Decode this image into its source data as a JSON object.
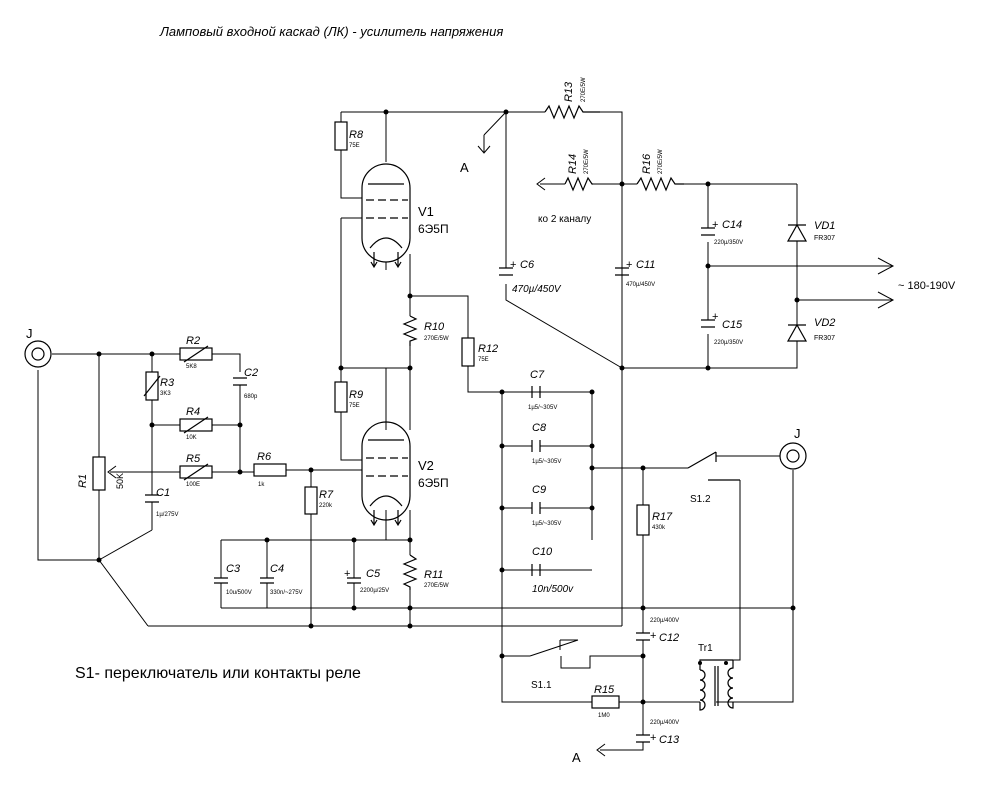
{
  "title": "Ламповый входной каскад (ЛК) - усилитель напряжения",
  "note": "S1- переключатель или контакты реле",
  "supply_label": "~ 180-190V",
  "channel2_label": "ко 2 каналу",
  "node_a": "A",
  "jack": "J",
  "tubes": [
    {
      "ref": "V1",
      "type": "6Э5П"
    },
    {
      "ref": "V2",
      "type": "6Э5П"
    }
  ],
  "resistors": [
    {
      "ref": "R1",
      "value": "50K"
    },
    {
      "ref": "R2",
      "value": "5K8"
    },
    {
      "ref": "R3",
      "value": "3K3"
    },
    {
      "ref": "R4",
      "value": "10K"
    },
    {
      "ref": "R5",
      "value": "100E"
    },
    {
      "ref": "R6",
      "value": "1k"
    },
    {
      "ref": "R7",
      "value": "220k"
    },
    {
      "ref": "R8",
      "value": "75E"
    },
    {
      "ref": "R9",
      "value": "75E"
    },
    {
      "ref": "R10",
      "value": "270E/5W"
    },
    {
      "ref": "R11",
      "value": "270E/5W"
    },
    {
      "ref": "R12",
      "value": "75E"
    },
    {
      "ref": "R13",
      "value": "270E/5W"
    },
    {
      "ref": "R14",
      "value": "270E/5W"
    },
    {
      "ref": "R15",
      "value": "1M0"
    },
    {
      "ref": "R16",
      "value": "270E/5W"
    },
    {
      "ref": "R17",
      "value": "430k"
    }
  ],
  "capacitors": [
    {
      "ref": "C1",
      "value": "1µ/275V"
    },
    {
      "ref": "C2",
      "value": "680p"
    },
    {
      "ref": "C3",
      "value": "10u/500V"
    },
    {
      "ref": "C4",
      "value": "330n/~275V"
    },
    {
      "ref": "C5",
      "value": "2200µ/25V"
    },
    {
      "ref": "C6",
      "value": "470µ/450V"
    },
    {
      "ref": "C7",
      "value": "1µ5/~305V"
    },
    {
      "ref": "C8",
      "value": "1µ5/~305V"
    },
    {
      "ref": "C9",
      "value": "1µ5/~305V"
    },
    {
      "ref": "C10",
      "value": "10n/500v"
    },
    {
      "ref": "C11",
      "value": "470µ/450V"
    },
    {
      "ref": "C12",
      "value": "220µ/400V"
    },
    {
      "ref": "C13",
      "value": "220µ/400V"
    },
    {
      "ref": "C14",
      "value": "220µ/350V"
    },
    {
      "ref": "C15",
      "value": "220µ/350V"
    }
  ],
  "diodes": [
    {
      "ref": "VD1",
      "type": "FR307"
    },
    {
      "ref": "VD2",
      "type": "FR307"
    }
  ],
  "switches": [
    {
      "ref": "S1.1"
    },
    {
      "ref": "S1.2"
    }
  ],
  "transformer": {
    "ref": "Tr1"
  }
}
